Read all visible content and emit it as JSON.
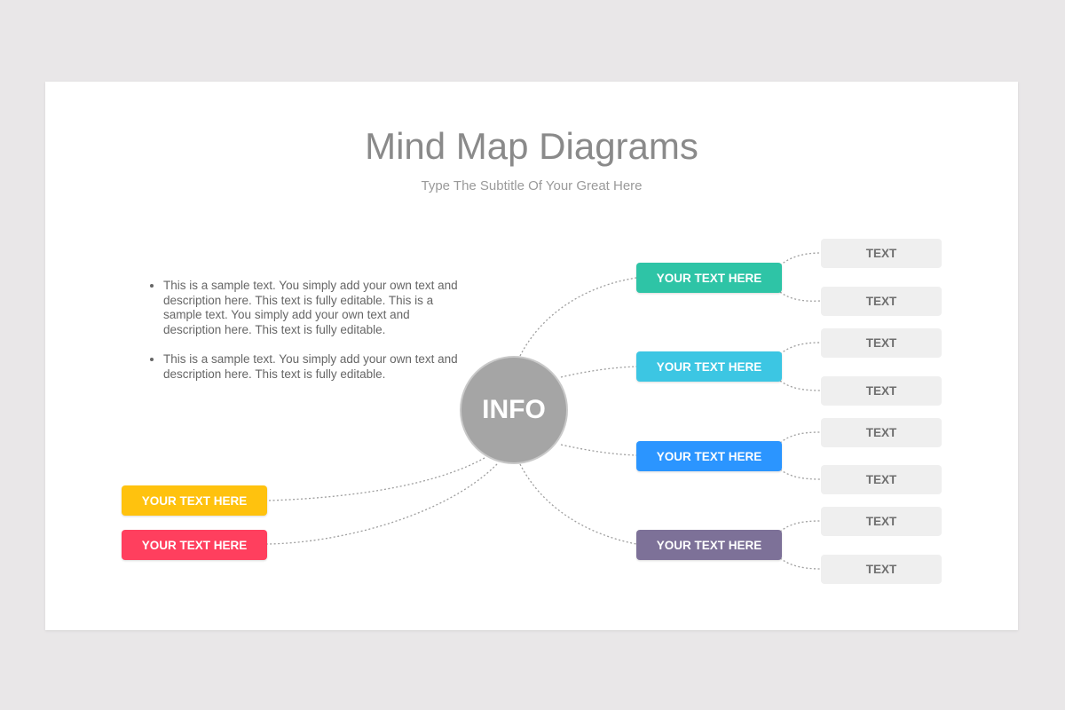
{
  "title": "Mind Map Diagrams",
  "subtitle": "Type The Subtitle Of Your Great Here",
  "bullets": [
    "This is a sample text. You simply add your own text and description here. This text is fully editable. This is a sample text. You simply add your own text and description here. This text is fully editable.",
    "This is a sample text. You simply add your own text and description here. This text is fully editable."
  ],
  "center": {
    "label": "INFO",
    "color": "#a5a5a5"
  },
  "left_branches": [
    {
      "label": "YOUR TEXT HERE",
      "color": "#ffc20e"
    },
    {
      "label": "YOUR TEXT HERE",
      "color": "#ff3f5e"
    }
  ],
  "right_branches": [
    {
      "label": "YOUR TEXT HERE",
      "color": "#2ec4a6",
      "leaves": [
        "TEXT",
        "TEXT"
      ]
    },
    {
      "label": "YOUR TEXT HERE",
      "color": "#3cc6e3",
      "leaves": [
        "TEXT",
        "TEXT"
      ]
    },
    {
      "label": "YOUR TEXT HERE",
      "color": "#2b95ff",
      "leaves": [
        "TEXT",
        "TEXT"
      ]
    },
    {
      "label": "YOUR TEXT HERE",
      "color": "#7d7198",
      "leaves": [
        "TEXT",
        "TEXT"
      ]
    }
  ]
}
